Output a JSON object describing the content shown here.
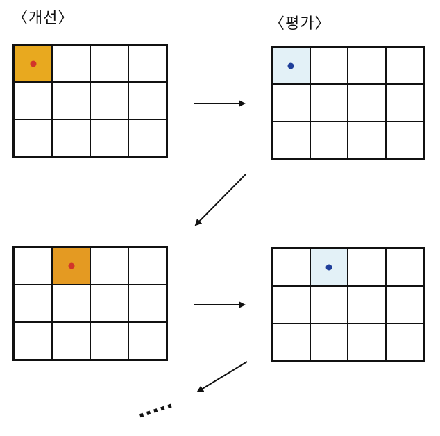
{
  "labels": {
    "improve": "〈개선〉",
    "evaluate": "〈평가〉"
  },
  "grid": {
    "rows": 3,
    "cols": 4
  },
  "panels": [
    {
      "id": "improve-1",
      "highlight_row": 0,
      "highlight_col": 0,
      "fill": "#e8a91f",
      "dot": "#d2352a"
    },
    {
      "id": "evaluate-1",
      "highlight_row": 0,
      "highlight_col": 0,
      "fill": "#e3f1f7",
      "dot": "#1f3f9a"
    },
    {
      "id": "improve-2",
      "highlight_row": 0,
      "highlight_col": 1,
      "fill": "#e49a22",
      "dot": "#d2352a"
    },
    {
      "id": "evaluate-2",
      "highlight_row": 0,
      "highlight_col": 1,
      "fill": "#e3f1f7",
      "dot": "#1f3f9a"
    }
  ],
  "continuation": "·····"
}
